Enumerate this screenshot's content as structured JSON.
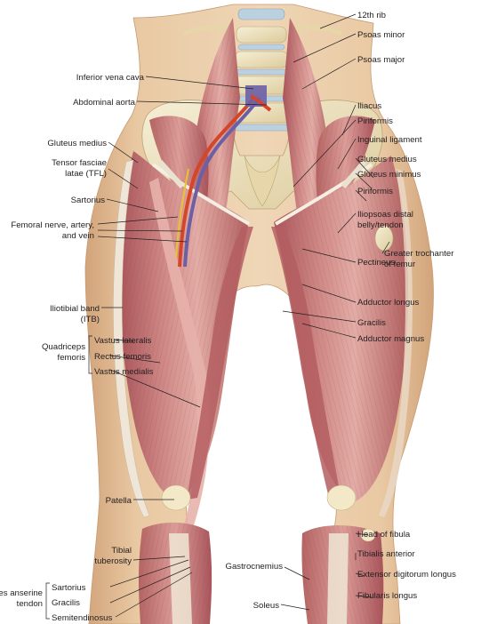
{
  "labels_right": [
    "12th rib",
    "Psoas minor",
    "Psoas major",
    "Iliacus",
    "Piriformis",
    "Inguinal ligament",
    "Gluteus medius",
    "Gluteus minimus",
    "Piriformis",
    [
      "Iliopsoas distal",
      "belly/tendon"
    ],
    [
      "Greater trochanter",
      "of femur"
    ],
    "Pectineus",
    "Adductor longus",
    "Gracilis",
    "Adductor magnus",
    "Head of fibula",
    "Tibialis anterior",
    "Extensor digitorum longus",
    "Fibularis longus"
  ],
  "labels_left": [
    "Inferior vena cava",
    "Abdominal aorta",
    "Gluteus medius",
    [
      "Tensor fasciae",
      "latae (TFL)"
    ],
    "Sartorius",
    [
      "Femoral nerve, artery,",
      "and vein"
    ],
    [
      "Iliotibial band",
      "(ITB)"
    ],
    "Patella",
    [
      "Tibial",
      "tuberosity"
    ],
    "Gastrocnemius",
    "Soleus"
  ],
  "groups": [
    {
      "title": [
        "Quadriceps",
        "femoris"
      ],
      "members": [
        "Vastus lateralis",
        "Rectus femoris",
        "Vastus medialis"
      ]
    },
    {
      "title": [
        "Pes anserine",
        "tendon"
      ],
      "members": [
        "Sartorius",
        "Gracilis",
        "Semitendinosus"
      ]
    }
  ],
  "colors": {
    "skin": "#e7c7a1",
    "skin_shadow": "#d7ab82",
    "muscle": "#c9797a",
    "muscle_dark": "#a34f55",
    "muscle_light": "#e2a9a4",
    "tendon": "#ece3d4",
    "bone": "#f0e6c6",
    "vein": "#6b5fa6",
    "artery": "#d4462a",
    "nerve": "#e8c235",
    "label_text": "#231f20"
  }
}
